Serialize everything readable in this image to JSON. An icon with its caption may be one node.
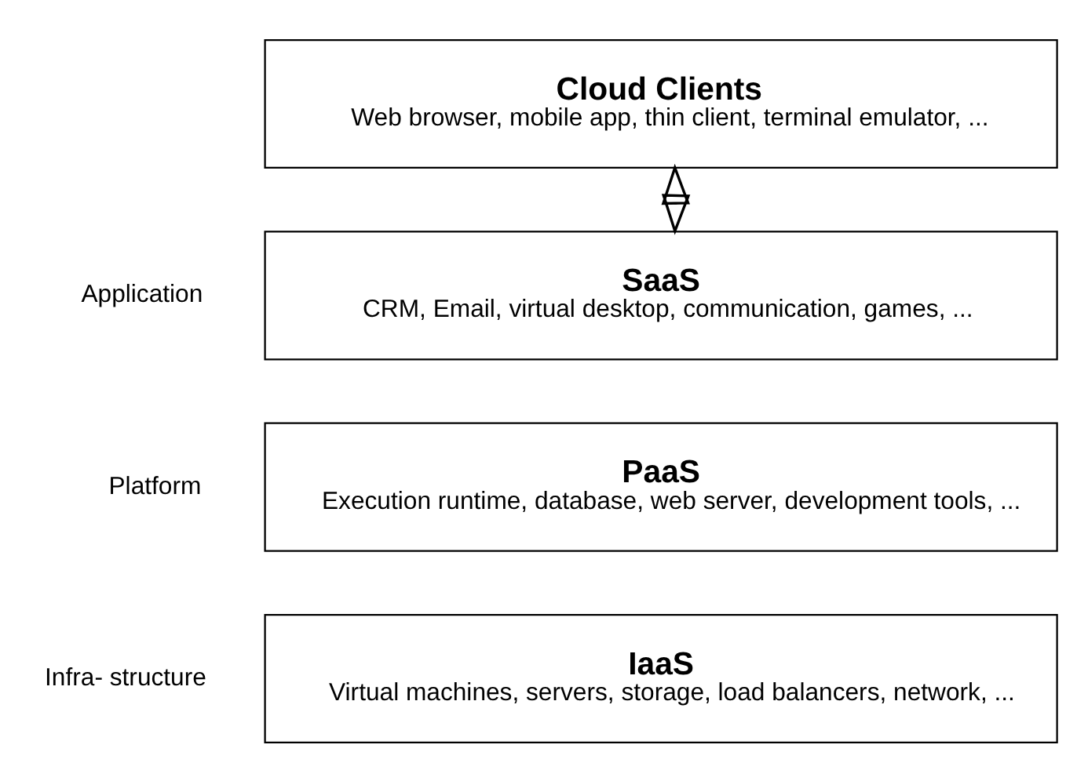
{
  "diagram": {
    "nodes": [
      {
        "text": [
          "Cloud Clients",
          "Web browser, mobile app, thin client, terminal emulator, ..."
        ]
      },
      {
        "text": [
          "SaaS",
          "CRM, Email, virtual desktop, communication, games, ..."
        ],
        "beside": [
          "Application"
        ]
      },
      {
        "text": [
          "PaaS",
          "Execution runtime, database, web server, development tools, ..."
        ],
        "beside": [
          "Platform"
        ]
      },
      {
        "text": [
          "IaaS",
          "Virtual machines, servers, storage, load balancers, network, ..."
        ],
        "beside": [
          "Infra- structure"
        ]
      }
    ],
    "edges": [
      {
        "from": 0,
        "to": 1,
        "arrow": "both"
      }
    ]
  }
}
